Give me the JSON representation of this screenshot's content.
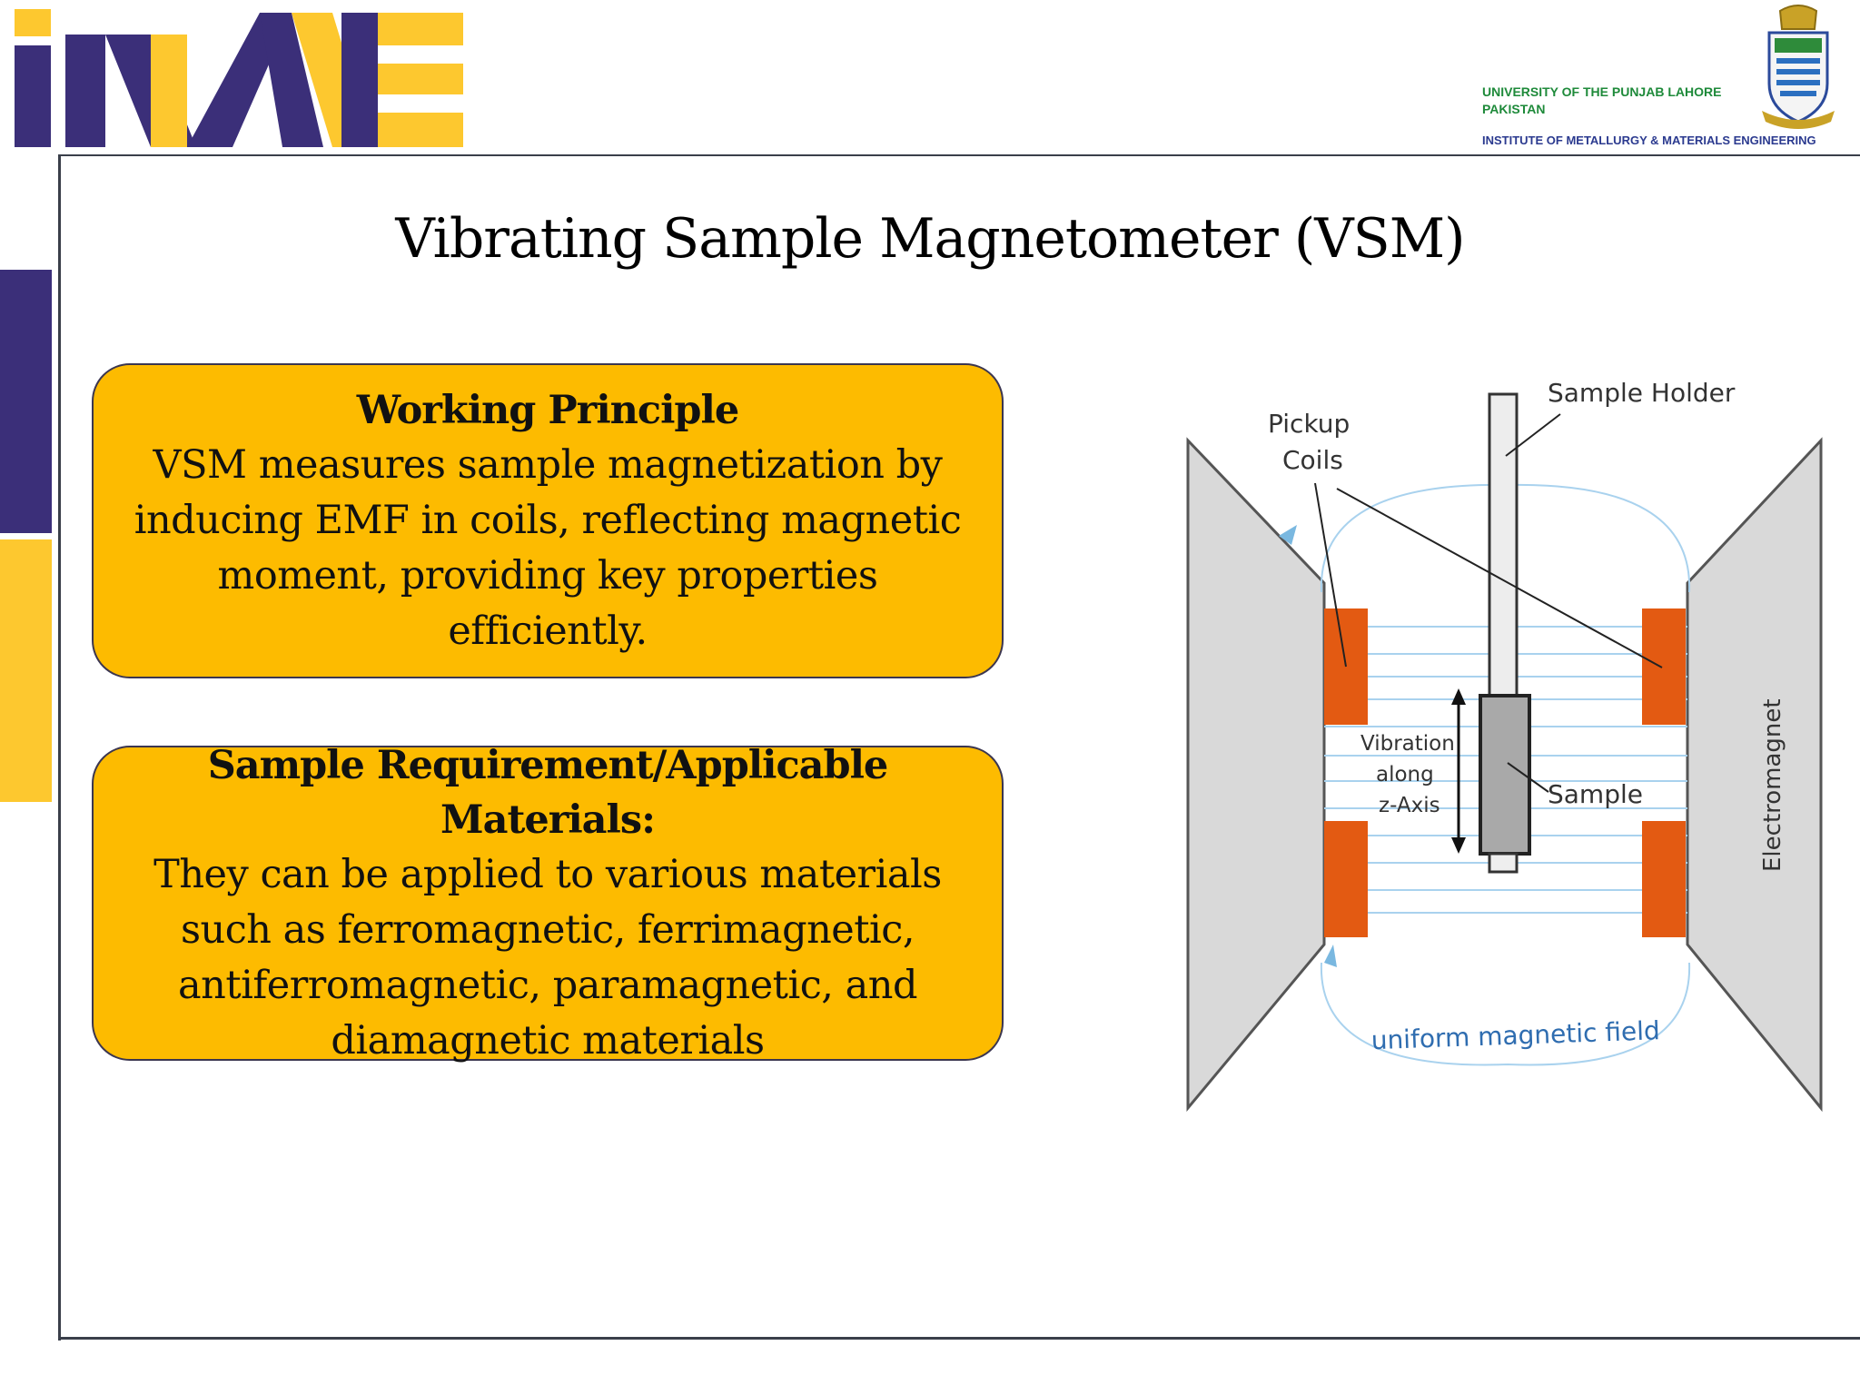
{
  "header": {
    "logo_text": "iNMME",
    "university_line1": "UNIVERSITY OF THE PUNJAB LAHORE",
    "university_line2": "PAKISTAN",
    "institute": "INSTITUTE OF METALLURGY & MATERIALS ENGINEERING"
  },
  "slide": {
    "title": "Vibrating Sample Magnetometer (VSM)"
  },
  "boxes": [
    {
      "heading": "Working Principle",
      "body": "VSM measures sample magnetization by inducing EMF in coils, reflecting magnetic moment, providing key properties efficiently."
    },
    {
      "heading": "Sample Requirement/Applicable Materials:",
      "body": "They can be applied to various materials such as ferromagnetic, ferrimagnetic, antiferromagnetic, paramagnetic, and diamagnetic materials"
    }
  ],
  "diagram": {
    "labels": {
      "sample_holder": "Sample Holder",
      "pickup": "Pickup",
      "coils": "Coils",
      "vibration": "Vibration",
      "along": "along",
      "z_axis": "z-Axis",
      "sample": "Sample",
      "electromagnet": "Electromagnet",
      "field": "uniform magnetic field"
    },
    "colors": {
      "coil": "#e35a12",
      "pole": "#d9d9d9",
      "field_line": "#7ab8e0",
      "field_text": "#2f6db0"
    }
  },
  "colors": {
    "brand_purple": "#3b2f79",
    "brand_yellow": "#fdc82f",
    "box_fill": "#fdbb00"
  }
}
